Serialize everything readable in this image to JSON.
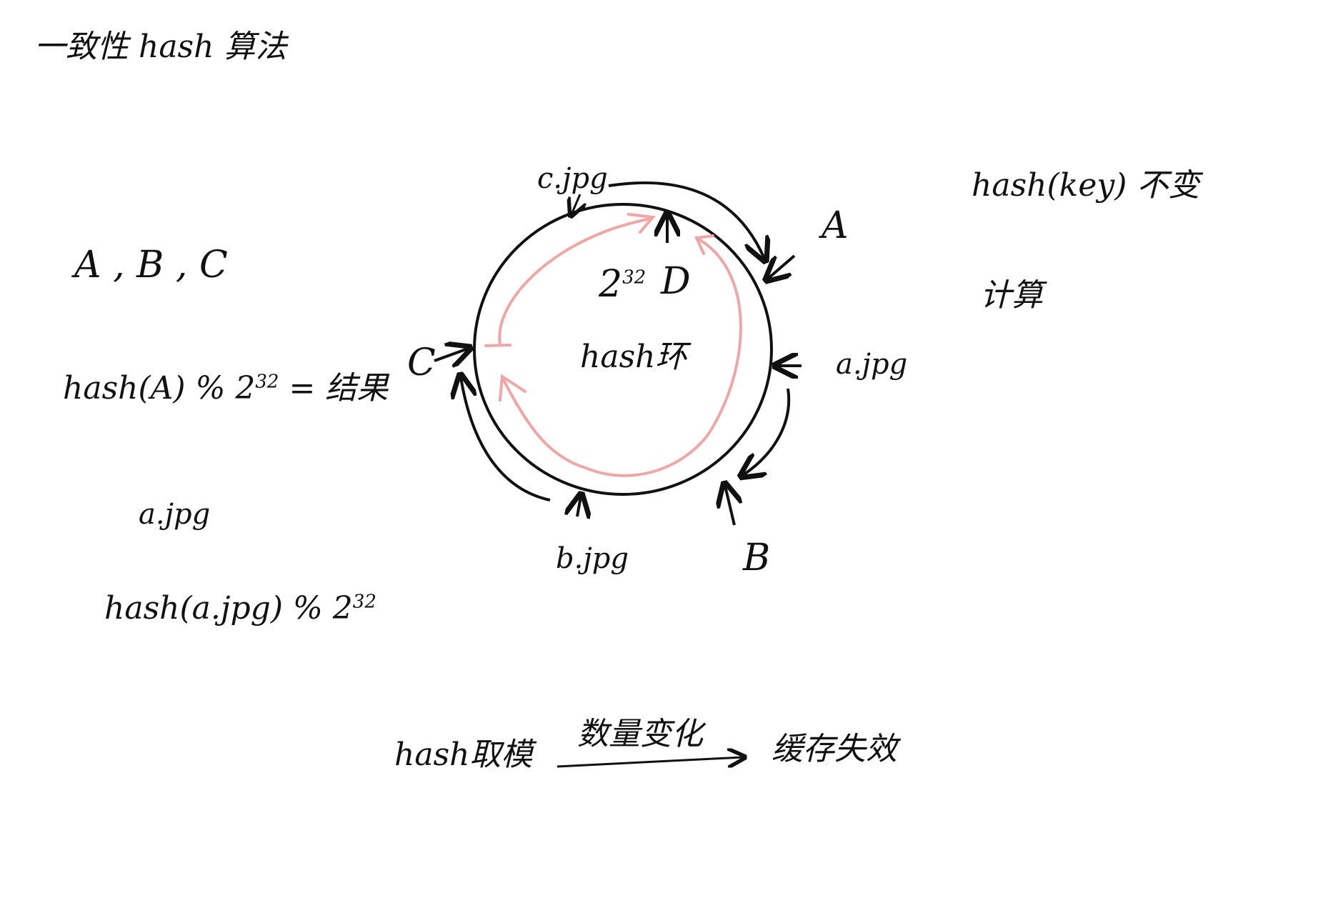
{
  "title": "一致性 hash 算法",
  "left_notes": {
    "servers": "A , B , C",
    "formula_server_prefix": "hash(A) % 2",
    "formula_server_exp": "32",
    "formula_server_suffix": " = 结果",
    "file": "a.jpg",
    "formula_file_prefix": "hash(a.jpg) % 2",
    "formula_file_exp": "32"
  },
  "ring": {
    "center_label": "hash环",
    "top_base": "2",
    "top_exp": "32",
    "node_d": "D",
    "node_a": "A",
    "node_b": "B",
    "node_c": "C",
    "file_c": "c.jpg",
    "file_a": "a.jpg",
    "file_b": "b.jpg",
    "ring_color": "#111111",
    "direction_color": "#f2a5a5"
  },
  "right_notes": {
    "line1": "hash(key) 不变",
    "line2": "计算"
  },
  "bottom_flow": {
    "from": "hash取模",
    "arrow_label": "数量变化",
    "to": "缓存失效"
  }
}
